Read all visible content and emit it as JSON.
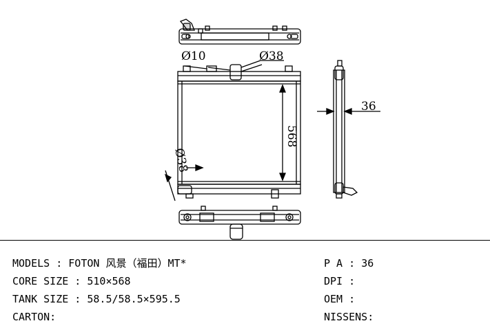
{
  "drawing": {
    "dimensions": {
      "inlet_pipe": "Ø10",
      "upper_hose": "Ø38",
      "lower_hose": "Ø38",
      "core_height": "568",
      "core_thickness": "36"
    }
  },
  "specs": {
    "models_label": "MODELS",
    "models_value": "FOTON 风景（福田）MT*",
    "core_size_label": "CORE SIZE",
    "core_size_value": "510×568",
    "tank_size_label": "TANK SIZE",
    "tank_size_value": "58.5/58.5×595.5",
    "carton_label": "CARTON:",
    "pa_label": "P A",
    "pa_value": "36",
    "dpi_label": "DPI",
    "oem_label": "OEM",
    "nissens_label": "NISSENS:"
  }
}
